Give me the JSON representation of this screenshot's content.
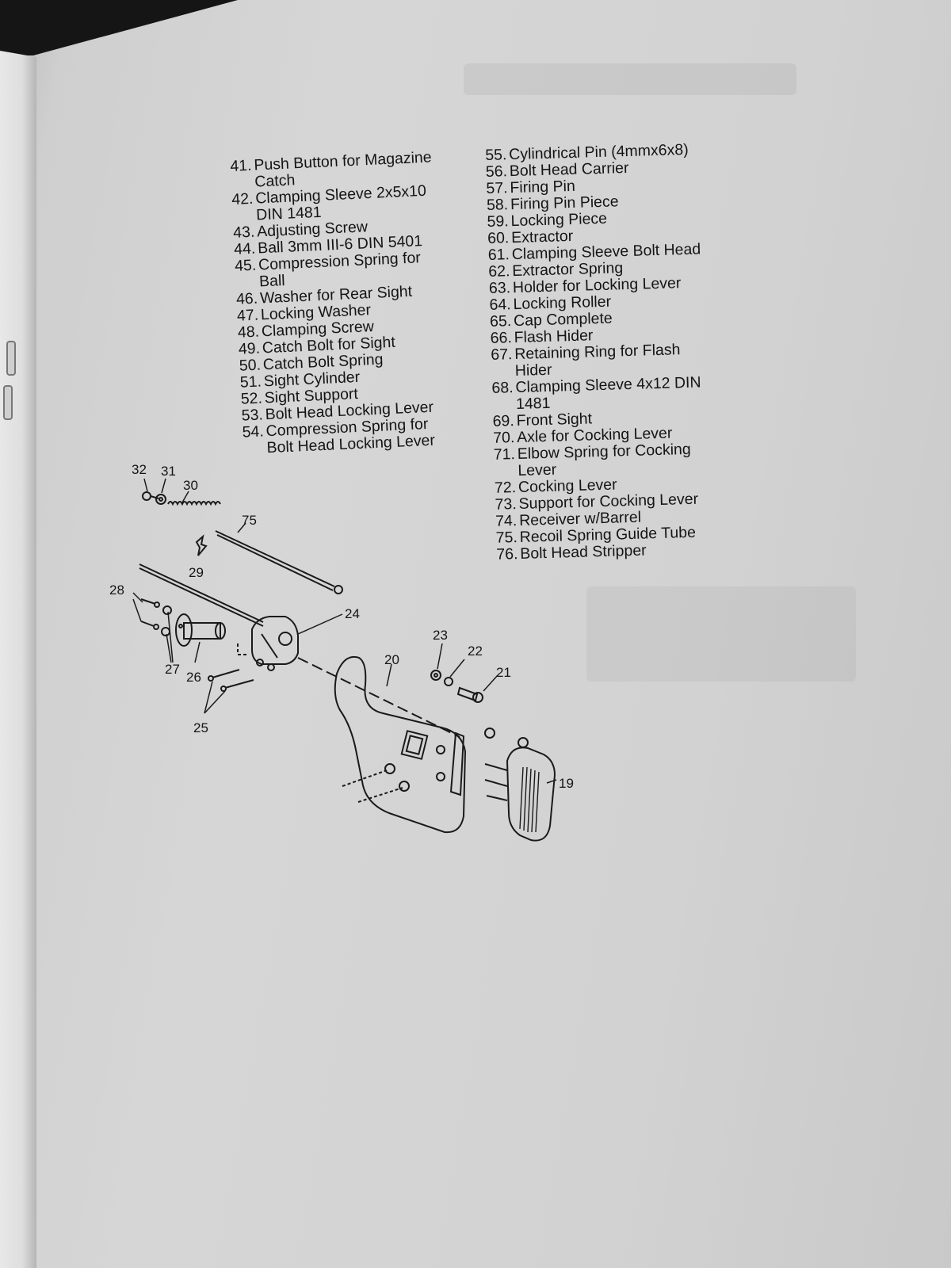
{
  "parts_left": [
    {
      "num": "41.",
      "name": "Push Button for Magazine Catch"
    },
    {
      "num": "42.",
      "name": "Clamping Sleeve 2x5x10 DIN 1481"
    },
    {
      "num": "43.",
      "name": "Adjusting Screw"
    },
    {
      "num": "44.",
      "name": "Ball 3mm III-6 DIN 5401"
    },
    {
      "num": "45.",
      "name": "Compression Spring for Ball"
    },
    {
      "num": "46.",
      "name": "Washer for Rear Sight"
    },
    {
      "num": "47.",
      "name": "Locking Washer"
    },
    {
      "num": "48.",
      "name": "Clamping Screw"
    },
    {
      "num": "49.",
      "name": "Catch Bolt for Sight"
    },
    {
      "num": "50.",
      "name": "Catch Bolt Spring"
    },
    {
      "num": "51.",
      "name": "Sight Cylinder"
    },
    {
      "num": "52.",
      "name": "Sight Support"
    },
    {
      "num": "53.",
      "name": "Bolt Head Locking Lever"
    },
    {
      "num": "54.",
      "name": "Compression Spring for Bolt Head Locking Lever"
    }
  ],
  "parts_right": [
    {
      "num": "55.",
      "name": "Cylindrical Pin (4mmx6x8)"
    },
    {
      "num": "56.",
      "name": "Bolt Head Carrier"
    },
    {
      "num": "57.",
      "name": "Firing Pin"
    },
    {
      "num": "58.",
      "name": "Firing Pin Piece"
    },
    {
      "num": "59.",
      "name": "Locking Piece"
    },
    {
      "num": "60.",
      "name": "Extractor"
    },
    {
      "num": "61.",
      "name": "Clamping Sleeve Bolt Head"
    },
    {
      "num": "62.",
      "name": "Extractor Spring"
    },
    {
      "num": "63.",
      "name": "Holder for Locking Lever"
    },
    {
      "num": "64.",
      "name": "Locking Roller"
    },
    {
      "num": "65.",
      "name": "Cap Complete"
    },
    {
      "num": "66.",
      "name": "Flash Hider"
    },
    {
      "num": "67.",
      "name": "Retaining Ring for Flash Hider"
    },
    {
      "num": "68.",
      "name": "Clamping Sleeve 4x12 DIN 1481"
    },
    {
      "num": "69.",
      "name": "Front Sight"
    },
    {
      "num": "70.",
      "name": "Axle for Cocking Lever"
    },
    {
      "num": "71.",
      "name": "Elbow Spring for Cocking Lever"
    },
    {
      "num": "72.",
      "name": "Cocking Lever"
    },
    {
      "num": "73.",
      "name": "Support for Cocking Lever"
    },
    {
      "num": "74.",
      "name": "Receiver w/Barrel"
    },
    {
      "num": "75.",
      "name": "Recoil Spring Guide Tube"
    },
    {
      "num": "76.",
      "name": "Bolt Head Stripper"
    }
  ],
  "diagram": {
    "callouts": {
      "c32": "32",
      "c31": "31",
      "c30": "30",
      "c75": "75",
      "c29": "29",
      "c28": "28",
      "c24": "24",
      "c27": "27",
      "c26": "26",
      "c25": "25",
      "c23": "23",
      "c22": "22",
      "c20": "20",
      "c21": "21",
      "c19": "19"
    }
  },
  "colors": {
    "paper": "#d3d3d3",
    "ink": "#151515"
  }
}
